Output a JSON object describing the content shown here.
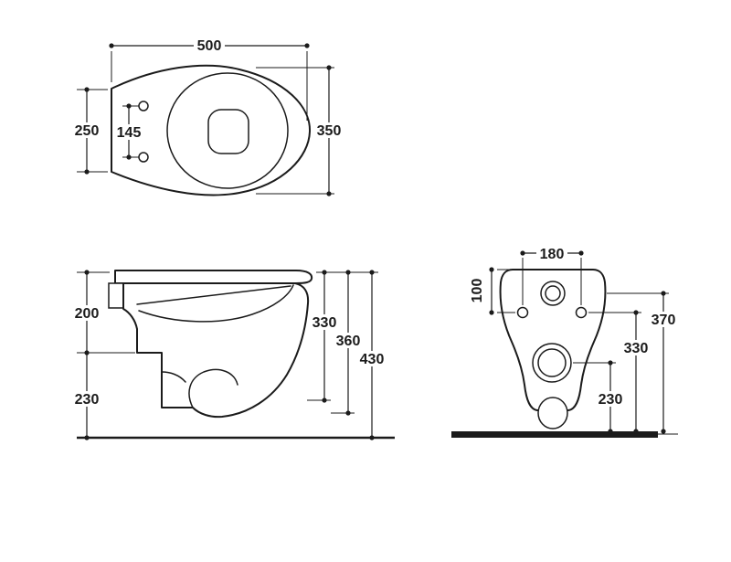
{
  "page": {
    "background_color": "#ffffff",
    "line_color": "#1b1b1b",
    "content": "wall-hung toilet technical dimension drawing, three orthographic views"
  },
  "views": {
    "top": {
      "name": "top-view",
      "dims": {
        "overall_length": "500",
        "overall_width": "350",
        "rear_width": "250",
        "fixing_hole_spacing": "145"
      }
    },
    "side": {
      "name": "side-view",
      "dims": {
        "upper_height": "200",
        "lower_height": "230",
        "height_330": "330",
        "height_360": "360",
        "overall_height": "430"
      }
    },
    "front": {
      "name": "front-view",
      "dims": {
        "fixing_hole_spacing": "180",
        "top_offset": "100",
        "height_370": "370",
        "height_330": "330",
        "height_230": "230"
      }
    }
  }
}
